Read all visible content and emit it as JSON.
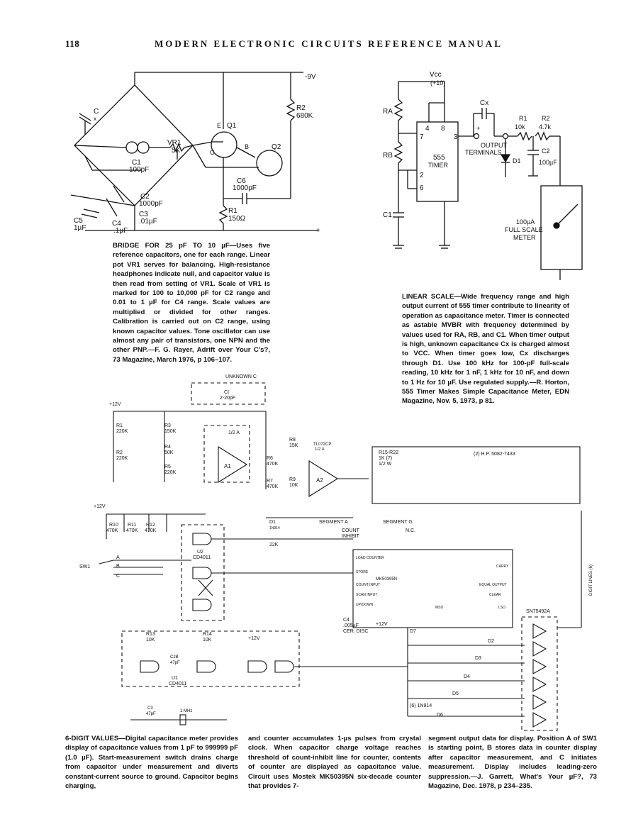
{
  "header": {
    "page_number": "118",
    "title": "MODERN ELECTRONIC CIRCUITS REFERENCE MANUAL"
  },
  "bridge": {
    "labels": {
      "batt": "-9V",
      "r2": "R2",
      "r2v": "680K",
      "q1": "Q1",
      "q2": "Q2",
      "vr1": "VR1",
      "vr1v": "5K",
      "c1": "C1",
      "c1v": "100pF",
      "c2": "C2",
      "c2v": "1000pF",
      "c3": "C3",
      "c3v": ".01µF",
      "c4": "C4",
      "c4v": ".1µF",
      "c5": "C5",
      "c5v": "1µF",
      "c6": "C6",
      "c6v": "1000pF",
      "r1": "R1",
      "r1v": "150Ω",
      "cx": "C",
      "cxs": "x",
      "e": "E",
      "b": "B",
      "c": "C",
      "plus": "+"
    },
    "caption": "BRIDGE FOR 25 pF TO 10 µF—Uses five reference capacitors, one for each range. Linear pot VR1 serves for balancing. High-resistance headphones indicate null, and capacitor value is then read from setting of VR1. Scale of VR1 is marked for 100 to 10,000 pF for C2 range and 0.01 to 1 µF for C4 range. Scale values are multiplied or divided for other ranges. Calibration is carried out on C2 range, using known capacitor values. Tone oscillator can use almost any pair of transistors, one NPN and the other PNP.—F. G. Rayer, Adrift over Your C's?, 73 Magazine, March 1976, p 106–107."
  },
  "linear": {
    "labels": {
      "vcc": "Vcc",
      "vccv": "(+10)",
      "ra": "RA",
      "rb": "RB",
      "c1": "C1",
      "pin4": "4",
      "pin8": "8",
      "pin7": "7",
      "pin3": "3",
      "pin2": "2",
      "pin6": "6",
      "timer1": "555",
      "timer2": "TIMER",
      "cx": "Cx",
      "plus": "+",
      "out1": "OUTPUT",
      "out2": "TERMINALS",
      "d1": "D1",
      "r1": "R1",
      "r1v": "10k",
      "r2": "R2",
      "r2v": "4.7k",
      "c2": "C2",
      "c2v": "100µF",
      "m1": "100µA",
      "m2": "FULL SCALE",
      "m3": "METER"
    },
    "caption": "LINEAR SCALE—Wide frequency range and high output current of 555 timer contribute to linearity of operation as capacitance meter. Timer is connected as astable MVBR with frequency determined by values used for RA, RB, and C1. When timer output is high, unknown capacitance Cx is charged almost to VCC. When timer goes low, Cx discharges through D1. Use 100 kHz for 100-pF full-scale reading, 10 kHz for 1 nF, 1 kHz for 10 nF, and down to 1 Hz for 10 µF. Use regulated supply.—R. Horton, 555 Timer Makes Simple Capacitance Meter, EDN Magazine, Nov. 5, 1973, p 81."
  },
  "digital": {
    "labels": {
      "unknown": "UNKNOWN C",
      "ci": "CI",
      "civ": "2-20pF",
      "v12a": "+12V",
      "v12b": "+12V",
      "v12c": "+12V",
      "v12d": "+12V",
      "r1": "R1",
      "r1v": "220K",
      "r2": "R2",
      "r2v": "220K",
      "r3": "R3",
      "r3v": "150K",
      "r4": "R4",
      "r4v": "50K",
      "r5": "R5",
      "r5v": "220K",
      "r6": "R6",
      "r6v": "470K",
      "r7": "R7",
      "r7v": "470K",
      "r8": "R8",
      "r8v": "15K",
      "r9": "R9",
      "r9v": "10K",
      "a1": "A1",
      "a2": "A2",
      "halfa": "1/2 A",
      "tl": "TL072CP",
      "tlh": "1/2 A",
      "r15": "R15-R22",
      "r15v": "1K (7)",
      "r15w": "1/2 W",
      "disp": "(2) H.P. 5082-7433",
      "d1": "D1",
      "d1v": "1N914",
      "r22k": "22K",
      "sega": "SEGMENT A",
      "segg": "SEGMENT G",
      "cinh1": "COUNT",
      "cinh2": "INHIBIT",
      "nc": "N.C.",
      "r10": "R10",
      "r10v": "470K",
      "r11": "R11",
      "r11v": "470K",
      "r12": "R12",
      "r12v": "470K",
      "u2": "U2",
      "u2v": "CD4011",
      "sw1": "SW1",
      "pa": "A",
      "pb": "B",
      "pc": "C",
      "load": "LOAD COUNTER",
      "store": "STORE",
      "chip": "MK50395N",
      "ci1": "COUNT INPUT",
      "scan": "SCAN INPUT",
      "ud": "UP/DOWN",
      "msd": "MSD",
      "lsd": "LSD",
      "c4": "C4",
      "c4v": ".005µF",
      "c4w": "CER. DISC",
      "d7": "D7",
      "d2": "D2",
      "d3": "D3",
      "d4": "D4",
      "d5": "D5",
      "d6": "D6",
      "d6v": "(6) 1N914",
      "sn": "SN75492A",
      "r13": "R13",
      "r13v": "10K",
      "r14": "R14",
      "r14v": "10K",
      "c2b": "C2B",
      "c2bv": "47pF",
      "u1": "U1",
      "u1v": "CD4011",
      "c3": "C3",
      "c3v": "47pF",
      "xtal": "1 MHz",
      "digit": "DIGIT LINES (6)",
      "eq": "EQUAL OUTPUT",
      "clear": "CLEAR",
      "carry": "CARRY"
    },
    "caption_1": "6-DIGIT VALUES—Digital capacitance meter provides display of capacitance values from 1 pF to 999999 pF (1.0 µF). Start-measurement switch drains charge from capacitor under measurement and diverts constant-current source to ground. Capacitor begins charging,",
    "caption_2": "and counter accumulates 1-µs pulses from crystal clock. When capacitor charge voltage reaches threshold of count-inhibit line for counter, contents of counter are displayed as capacitance value. Circuit uses Mostek MK50395N six-decade counter that provides 7-",
    "caption_3": "segment output data for display. Position A of SW1 is starting point, B stores data in counter display after capacitor measurement, and C initiates measurement. Display includes leading-zero suppression.—J. Garrett, What's Your µF?, 73 Magazine, Dec. 1978, p 234–235."
  }
}
